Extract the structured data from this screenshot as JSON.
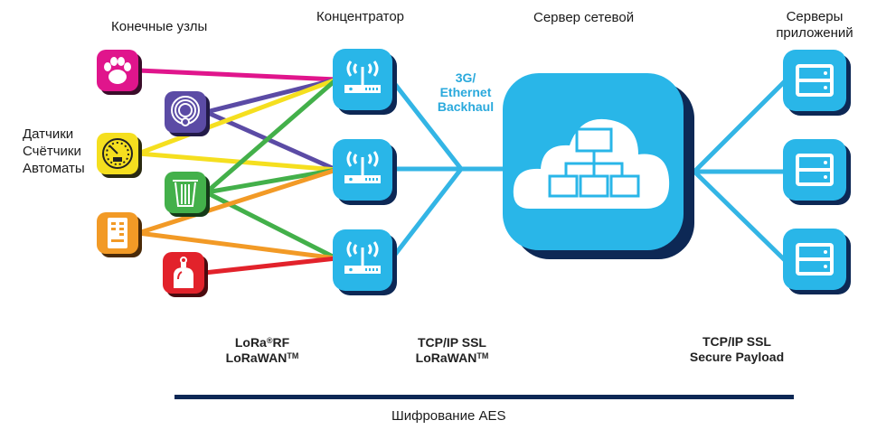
{
  "headers": {
    "end_nodes": "Конечные узлы",
    "concentrator": "Концентратор",
    "network_server": "Сервер сетевой",
    "app_servers_line1": "Серверы",
    "app_servers_line2": "приложений"
  },
  "side_labels": [
    "Датчики",
    "Счётчики",
    "Автоматы"
  ],
  "backhaul": [
    "3G/",
    "Ethernet",
    "Backhaul"
  ],
  "protocols": {
    "radio": {
      "line1_main": "LoRa",
      "line1_sup": "®",
      "line1_rest": "RF",
      "line2_main": "LoRaWAN",
      "line2_sup": "TM"
    },
    "backhaul": {
      "line1": "TCP/IP SSL",
      "line2_main": "LoRaWAN",
      "line2_sup": "TM"
    },
    "app": {
      "line1": "TCP/IP SSL",
      "line2": "Secure Payload"
    }
  },
  "encryption": "Шифрование AES",
  "end_nodes": [
    {
      "id": "paw",
      "icon": "paw-icon",
      "color": "#e0158c",
      "links": [
        0
      ]
    },
    {
      "id": "smoke",
      "icon": "smoke-detector-icon",
      "color": "#5b4ba5",
      "links": [
        0,
        1
      ]
    },
    {
      "id": "meter",
      "icon": "gauge-meter-icon",
      "color": "#f5df1f",
      "links": [
        0,
        1
      ]
    },
    {
      "id": "bin",
      "icon": "trash-bin-icon",
      "color": "#43b04a",
      "links": [
        0,
        1,
        2
      ]
    },
    {
      "id": "vending",
      "icon": "vending-machine-icon",
      "color": "#f29a26",
      "links": [
        1,
        2
      ]
    },
    {
      "id": "extinguisher",
      "icon": "fire-extinguisher-icon",
      "color": "#e2222b",
      "links": [
        2
      ]
    }
  ],
  "colors": {
    "tile_blue": "#29b6e8",
    "tile_shadow": "#0d2855",
    "link_blue": "#33b5e5",
    "aes_bar": "#0d2855"
  }
}
